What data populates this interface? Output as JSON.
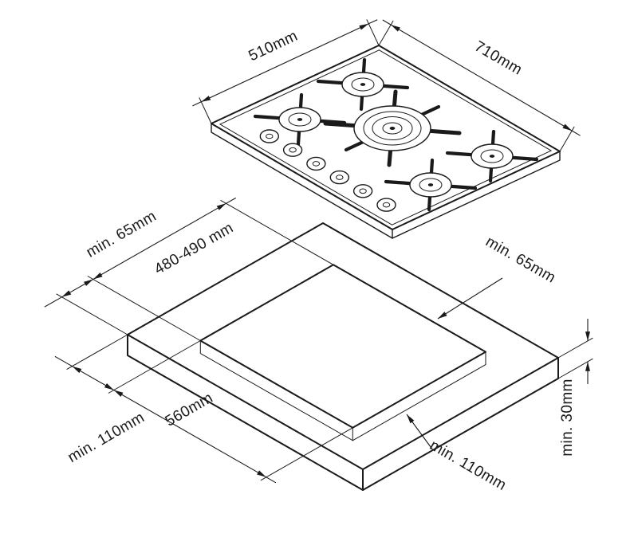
{
  "colors": {
    "line": "#1a1a1a",
    "background": "#ffffff"
  },
  "hob": {
    "dim_depth": "510mm",
    "dim_width": "710mm"
  },
  "installation": {
    "dim_front_clearance": "min. 65mm",
    "dim_cutout_depth": "480-490 mm",
    "dim_rear_clearance": "min. 65mm",
    "dim_cutout_width": "560mm",
    "dim_left_clearance": "min. 110mm",
    "dim_right_clearance": "min. 110mm",
    "dim_worktop_thickness": "min. 30mm"
  }
}
